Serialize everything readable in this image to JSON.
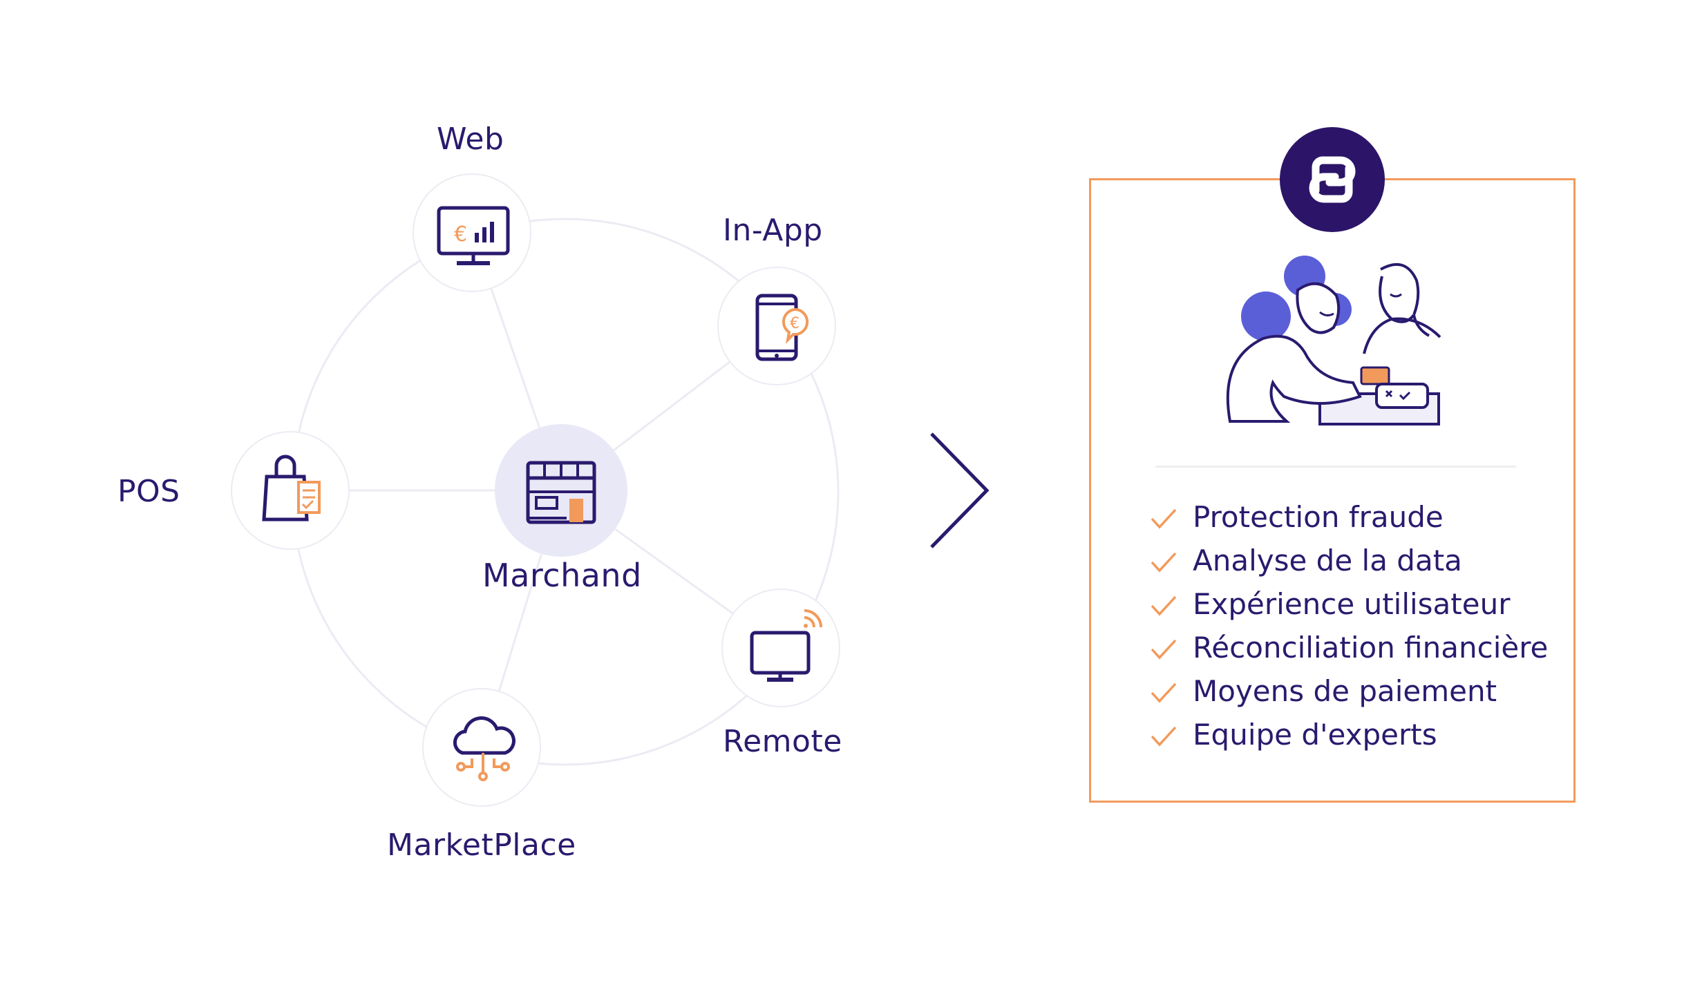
{
  "diagram": {
    "center": {
      "label": "Marchand",
      "icon": "storefront-icon"
    },
    "channels": [
      {
        "id": "web",
        "label": "Web",
        "icon": "monitor-euro-chart-icon"
      },
      {
        "id": "inapp",
        "label": "In-App",
        "icon": "smartphone-euro-icon"
      },
      {
        "id": "pos",
        "label": "POS",
        "icon": "shopping-bag-receipt-icon"
      },
      {
        "id": "marketplace",
        "label": "MarketPlace",
        "icon": "cloud-network-icon"
      },
      {
        "id": "remote",
        "label": "Remote",
        "icon": "tv-wireless-icon"
      }
    ]
  },
  "arrow_icon": "chevron-right-icon",
  "panel": {
    "logo_icon": "brand-logo-icon",
    "illustration": "merchant-customer-card-payment-illustration",
    "features": [
      "Protection fraude",
      "Analyse de la data",
      "Expérience utilisateur",
      "Réconciliation financière",
      "Moyens de paiement",
      "Equipe d'experts"
    ]
  },
  "colors": {
    "navy": "#2a1a6e",
    "orange": "#f29a5b",
    "accent_purple": "#5a5fd8",
    "line_gray": "#ecebf3"
  }
}
